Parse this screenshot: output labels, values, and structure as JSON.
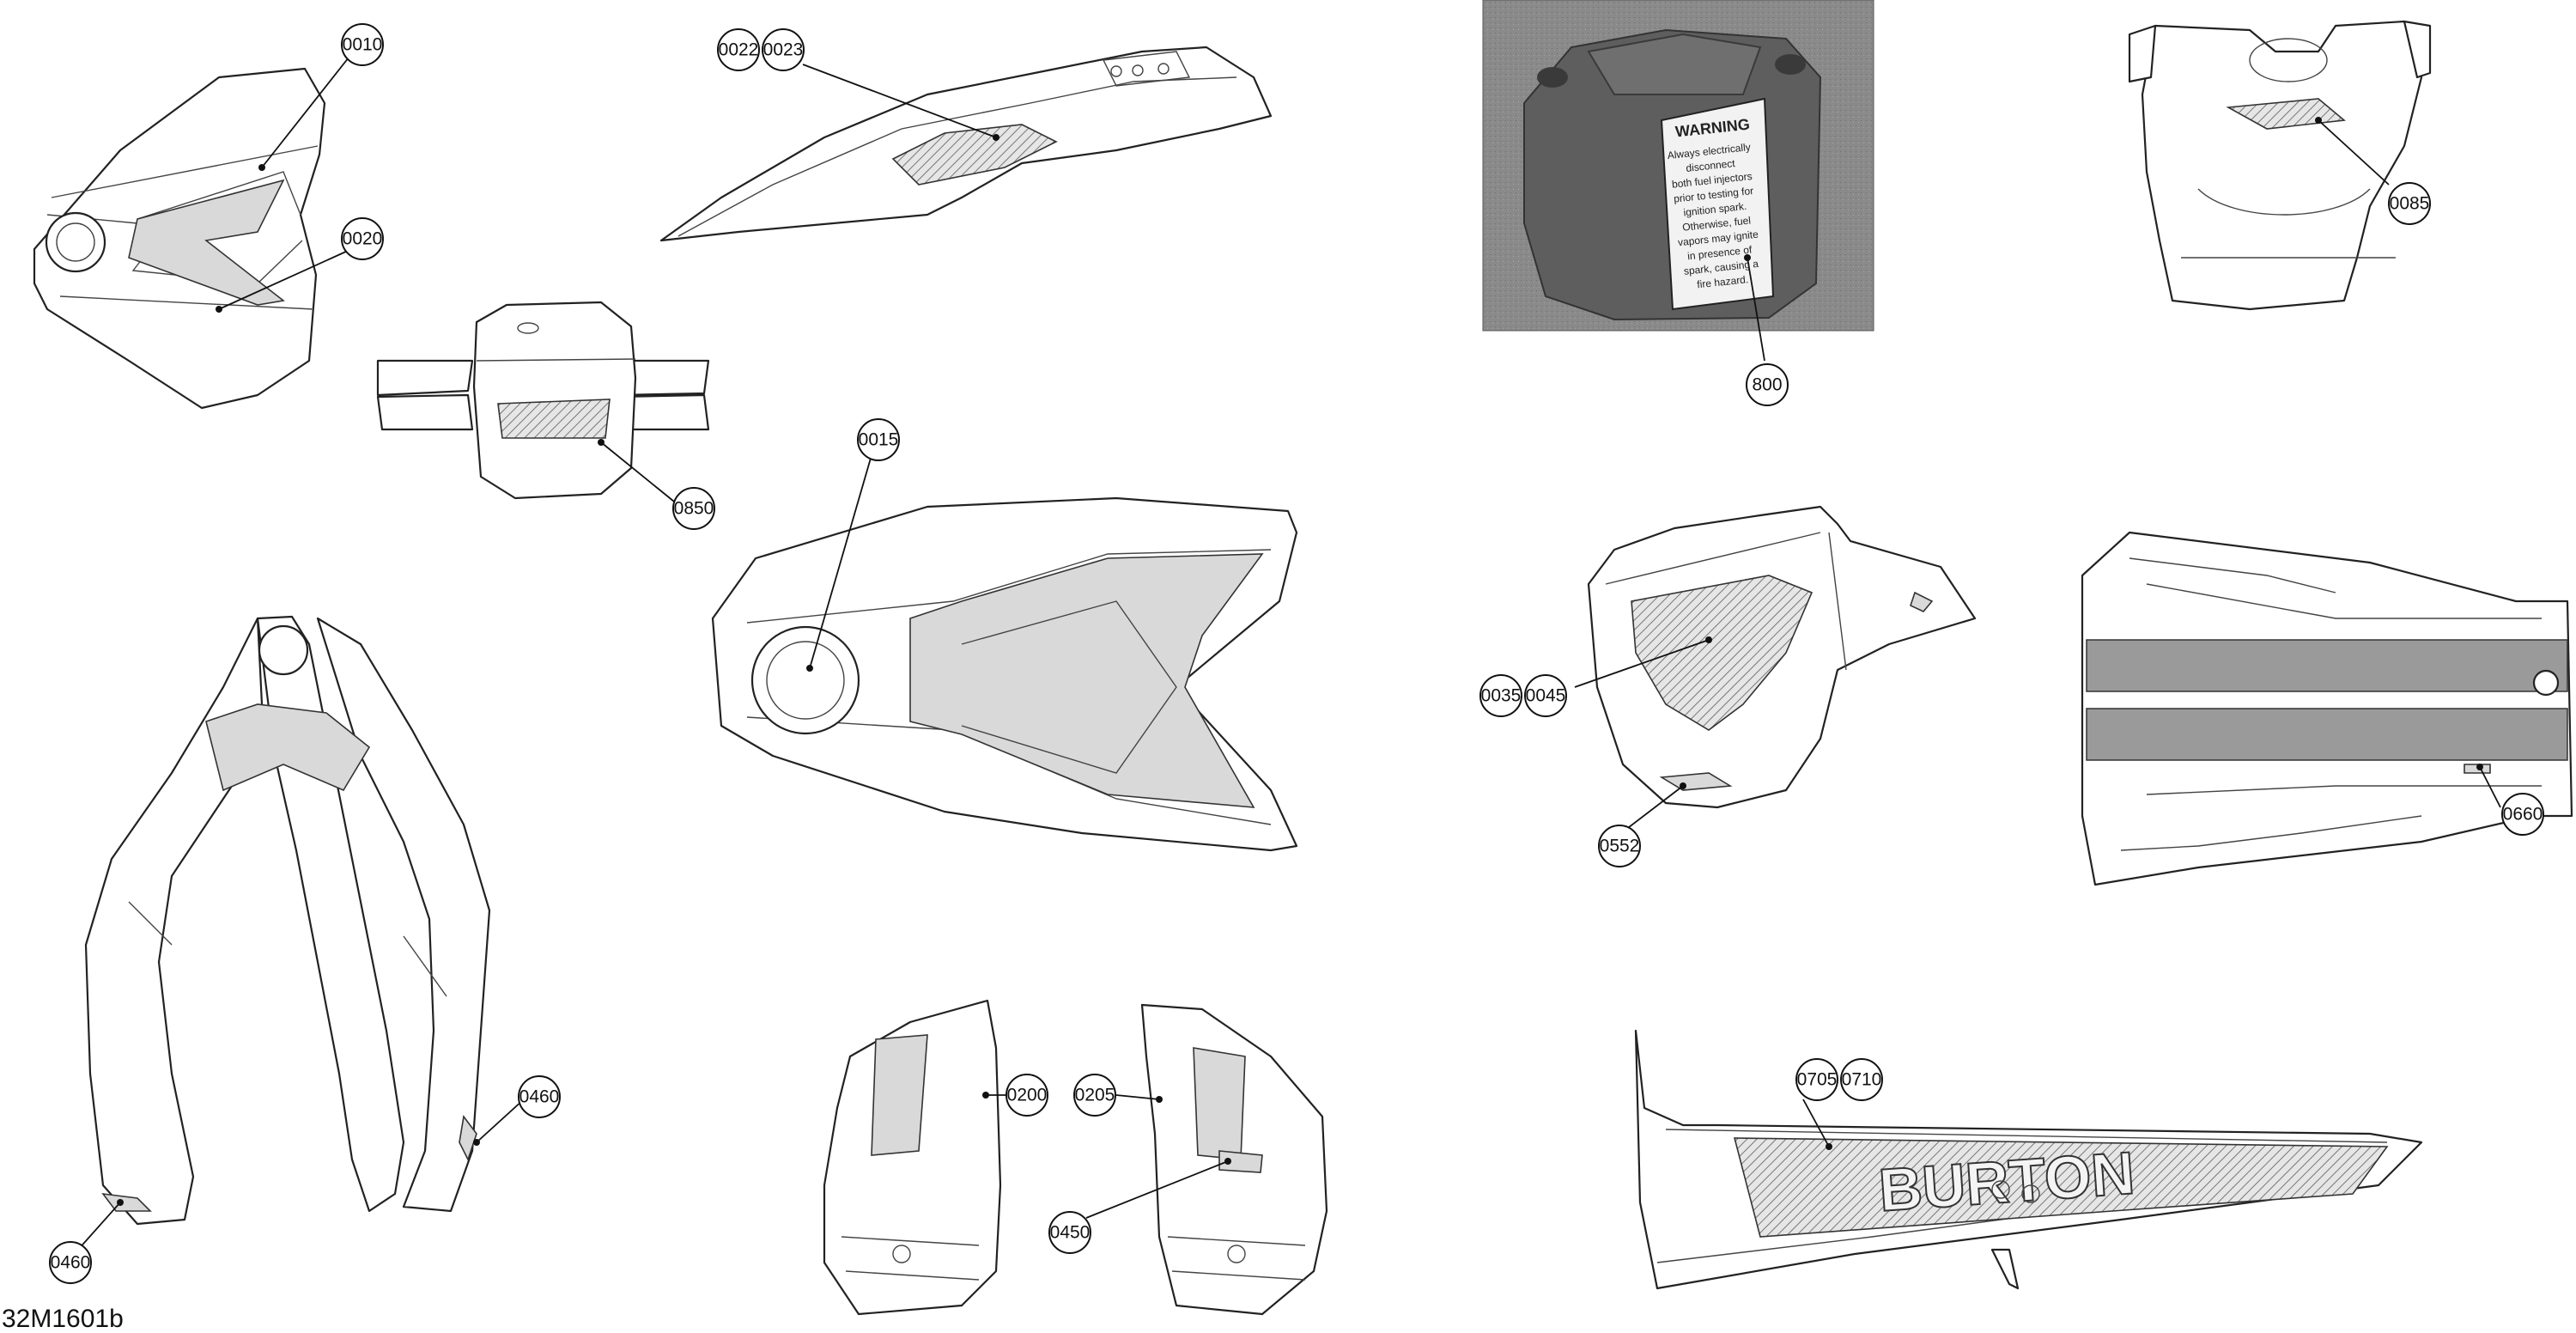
{
  "callouts": [
    {
      "id": "0010",
      "label": "0010"
    },
    {
      "id": "0020",
      "label": "0020"
    },
    {
      "id": "0022",
      "label": "0022"
    },
    {
      "id": "0023",
      "label": "0023"
    },
    {
      "id": "0850",
      "label": "0850"
    },
    {
      "id": "0015",
      "label": "0015"
    },
    {
      "id": "0460a",
      "label": "0460"
    },
    {
      "id": "0460b",
      "label": "0460"
    },
    {
      "id": "0200",
      "label": "0200"
    },
    {
      "id": "0205",
      "label": "0205"
    },
    {
      "id": "0450",
      "label": "0450"
    },
    {
      "id": "800",
      "label": "800"
    },
    {
      "id": "0085",
      "label": "0085"
    },
    {
      "id": "0035",
      "label": "0035"
    },
    {
      "id": "0045",
      "label": "0045"
    },
    {
      "id": "0552",
      "label": "0552"
    },
    {
      "id": "0660",
      "label": "0660"
    },
    {
      "id": "0705",
      "label": "0705"
    },
    {
      "id": "0710",
      "label": "0710"
    }
  ],
  "photo_label": {
    "heading": "WARNING",
    "lines": [
      "Always electrically",
      "disconnect",
      "both fuel injectors",
      "prior to testing for",
      "ignition spark.",
      "Otherwise, fuel",
      "vapors may ignite",
      "in presence of",
      "spark, causing a",
      "fire hazard."
    ]
  },
  "tunnel_decal_text": "BURTON",
  "diagram_code": "32M1601b"
}
